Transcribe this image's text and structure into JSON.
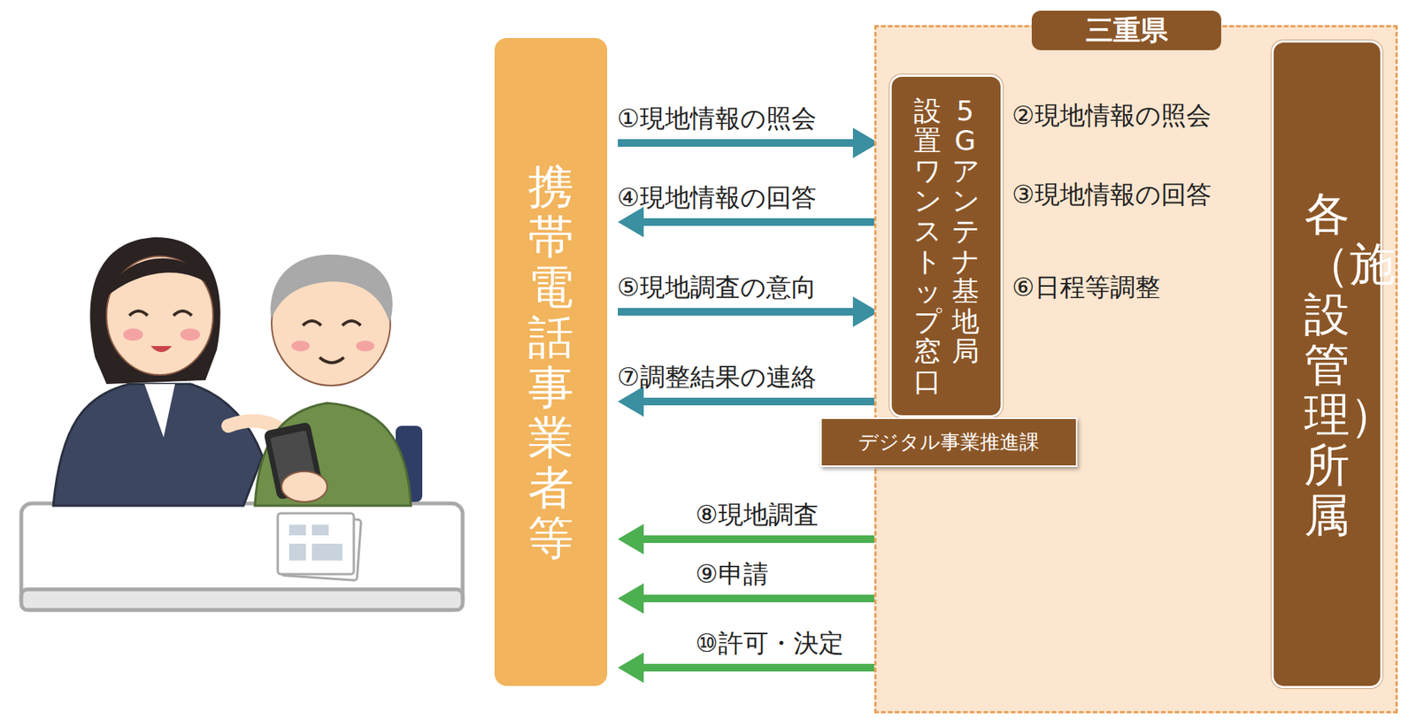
{
  "diagram": {
    "nodes": [
      {
        "text": [
          "携帯電話事業者等"
        ]
      },
      {
        "text": [
          "三重県"
        ]
      },
      {
        "text": [
          "5Gアンテナ基地局",
          "設置ワンストップ窓口"
        ],
        "in": 1
      },
      {
        "text": [
          "デジタル事業推進課"
        ],
        "in": 1
      },
      {
        "text": [
          "各（施設管理）所属"
        ],
        "in": 1
      }
    ],
    "edges": [
      {
        "from": 0,
        "to": 2,
        "label": "①現地情報の照会",
        "arrow": "to"
      },
      {
        "from": 2,
        "to": 4,
        "label": "②現地情報の照会",
        "arrow": "to"
      },
      {
        "from": 4,
        "to": 2,
        "label": "③現地情報の回答",
        "arrow": "to"
      },
      {
        "from": 2,
        "to": 0,
        "label": "④現地情報の回答",
        "arrow": "to"
      },
      {
        "from": 0,
        "to": 2,
        "label": "⑤現地調査の意向",
        "arrow": "to"
      },
      {
        "from": 2,
        "to": 4,
        "label": "⑥日程等調整",
        "arrow": "to"
      },
      {
        "from": 2,
        "to": 0,
        "label": "⑦調整結果の連絡",
        "arrow": "to"
      },
      {
        "from": 0,
        "to": 4,
        "label": "⑧現地調査",
        "arrow": "both"
      },
      {
        "from": 0,
        "to": 4,
        "label": "⑨申請",
        "arrow": "both"
      },
      {
        "from": 0,
        "to": 4,
        "label": "⑩許可・決定",
        "arrow": "both"
      }
    ]
  }
}
